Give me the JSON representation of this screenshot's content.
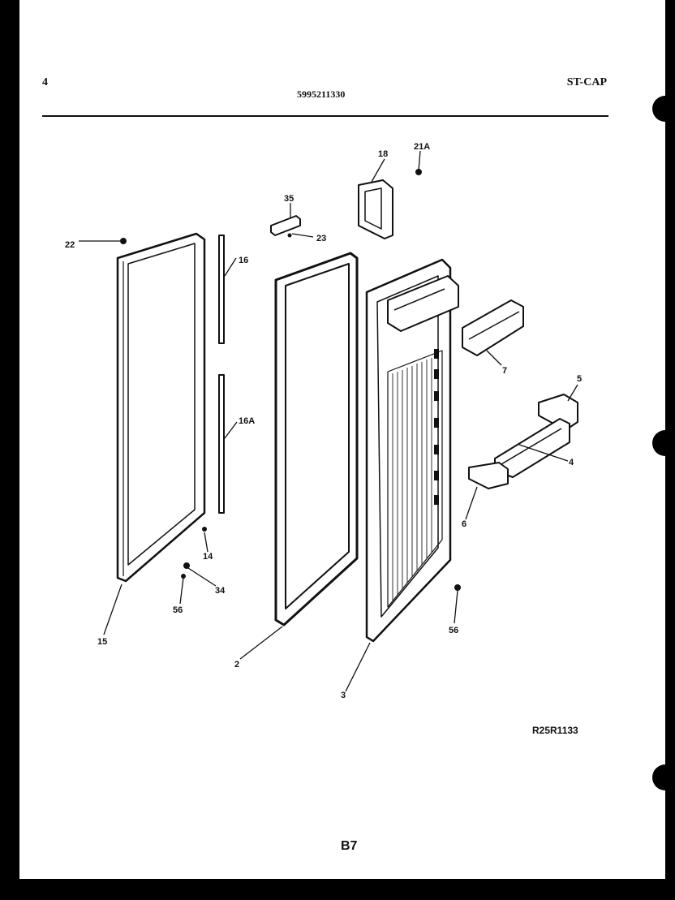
{
  "header": {
    "page_number": "4",
    "model_number": "5995211330",
    "code": "ST-CAP"
  },
  "reference": "R25R1133",
  "footer_page": "B7",
  "colors": {
    "ink": "#111111",
    "paper": "#ffffff",
    "border": "#000000"
  },
  "parts": [
    {
      "key": "p22",
      "label": "22"
    },
    {
      "key": "p15",
      "label": "15"
    },
    {
      "key": "p16",
      "label": "16"
    },
    {
      "key": "p16a",
      "label": "16A"
    },
    {
      "key": "p14",
      "label": "14"
    },
    {
      "key": "p34",
      "label": "34"
    },
    {
      "key": "p56a",
      "label": "56"
    },
    {
      "key": "p35",
      "label": "35"
    },
    {
      "key": "p23",
      "label": "23"
    },
    {
      "key": "p18",
      "label": "18"
    },
    {
      "key": "p21a",
      "label": "21A"
    },
    {
      "key": "p2",
      "label": "2"
    },
    {
      "key": "p3",
      "label": "3"
    },
    {
      "key": "p7",
      "label": "7"
    },
    {
      "key": "p5",
      "label": "5"
    },
    {
      "key": "p4",
      "label": "4"
    },
    {
      "key": "p6",
      "label": "6"
    },
    {
      "key": "p56b",
      "label": "56"
    }
  ]
}
